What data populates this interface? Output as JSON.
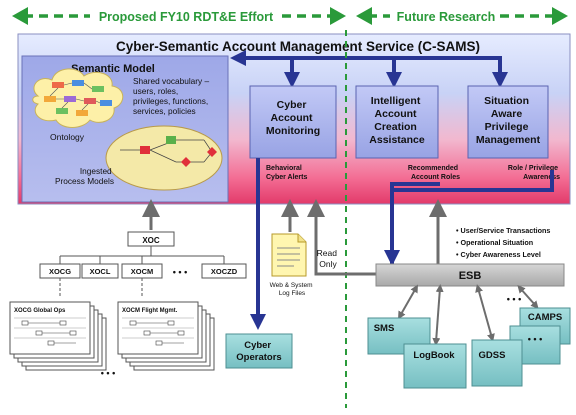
{
  "header": {
    "left_label": "Proposed FY10 RDT&E Effort",
    "right_label": "Future Research"
  },
  "system": {
    "title": "Cyber-Semantic Account Management Service (C-SAMS)"
  },
  "semantic_model": {
    "title": "Semantic Model",
    "vocabulary": [
      "Shared vocabulary –",
      "users, roles,",
      "privileges, functions,",
      "services, policies"
    ],
    "ontology_label": "Ontology",
    "process_label": [
      "Ingested",
      "Process Models"
    ]
  },
  "components": [
    {
      "id": "cyber-account-monitoring",
      "lines": [
        "Cyber",
        "Account",
        "Monitoring"
      ]
    },
    {
      "id": "intelligent-account-creation",
      "lines": [
        "Intelligent",
        "Account",
        "Creation",
        "Assistance"
      ]
    },
    {
      "id": "situation-aware-privilege",
      "lines": [
        "Situation",
        "Aware",
        "Privilege",
        "Management"
      ]
    }
  ],
  "outputs": {
    "behavioral": [
      "Behavioral",
      "Cyber Alerts"
    ],
    "recommended": [
      "Recommended",
      "Account Roles"
    ],
    "role_privilege": [
      "Role / Privilege",
      "Awareness"
    ]
  },
  "hierarchy": {
    "root": "XOC",
    "children": [
      "XOCG",
      "XOCL",
      "XOCM",
      "XOCZD"
    ],
    "ellipsis": "• • •",
    "process_a": "XOCG Global Ops",
    "process_b": "XOCM Flight Mgmt."
  },
  "logs": {
    "label": [
      "Web & System",
      "Log Files"
    ],
    "read_only": [
      "Read",
      "Only"
    ]
  },
  "operators": [
    "Cyber",
    "Operators"
  ],
  "esb": {
    "label": "ESB",
    "inputs": [
      "• User/Service Transactions",
      "• Operational Situation",
      "• Cyber Awareness Level"
    ]
  },
  "services": [
    "SMS",
    "LogBook",
    "GDSS",
    "CAMPS"
  ],
  "services_ellipsis": "• • •",
  "stack_ellipsis": "• • •",
  "colors": {
    "green": "#2a9a3a",
    "navy": "#283593",
    "component_blue": "#a6b0ec",
    "teal": "#8fd0d2",
    "esb_gray": "#bcbcbc"
  }
}
